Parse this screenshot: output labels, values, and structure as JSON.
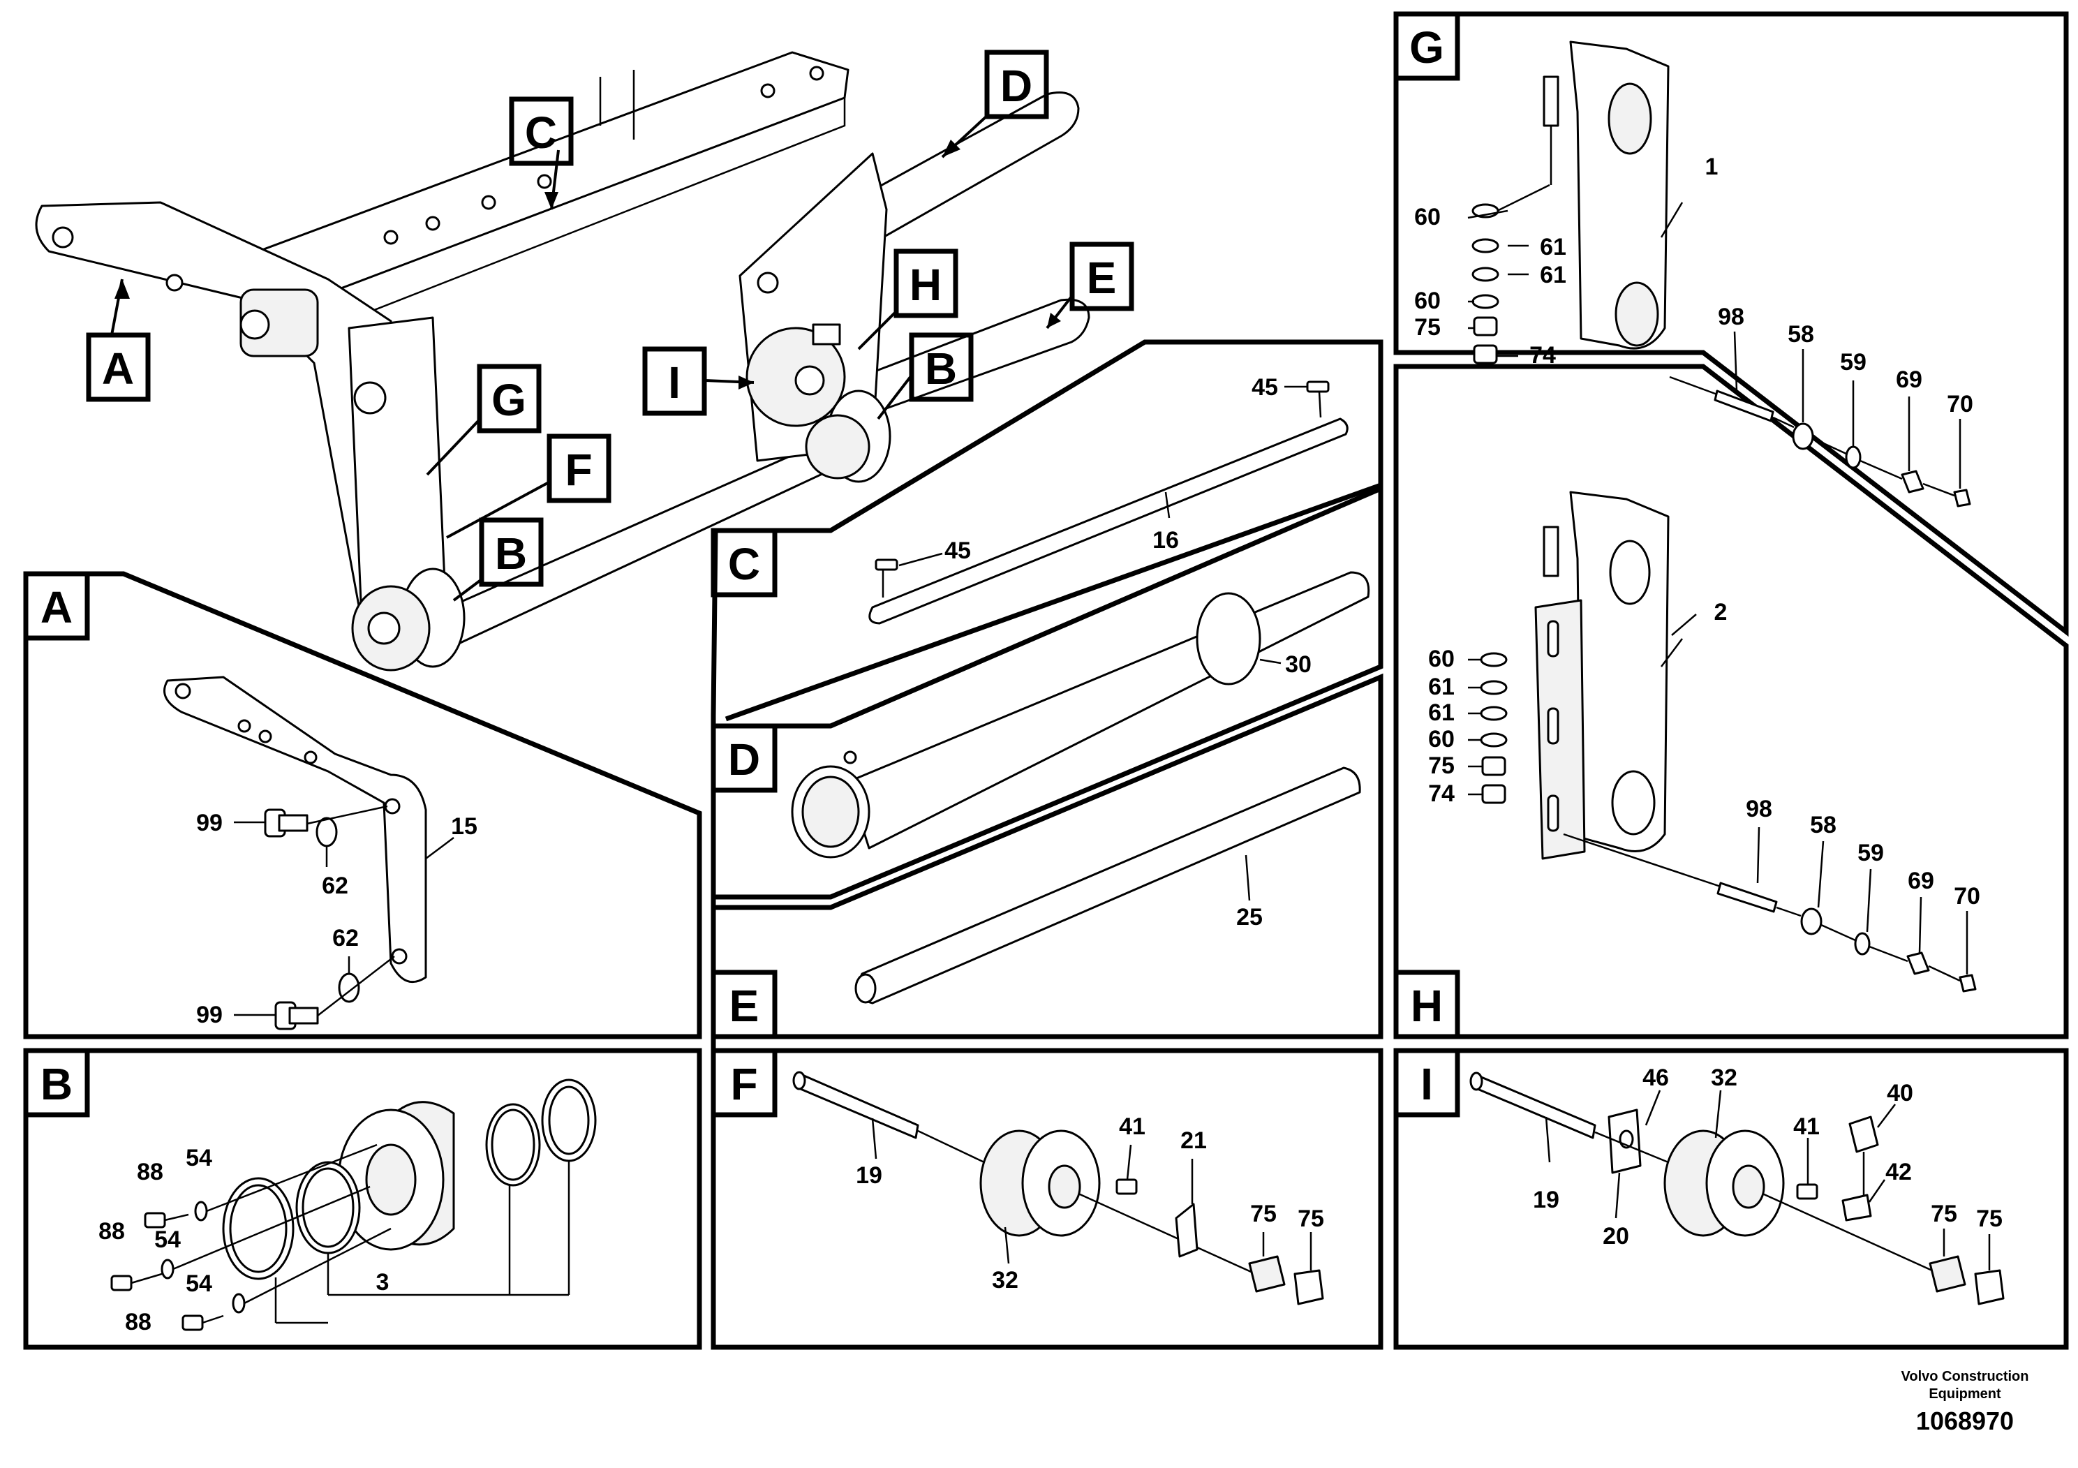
{
  "overview_callouts": [
    "A",
    "B",
    "B",
    "C",
    "D",
    "E",
    "F",
    "G",
    "H",
    "I"
  ],
  "panels": {
    "A": {
      "label": "A",
      "parts": [
        "15",
        "62",
        "62",
        "99",
        "99"
      ]
    },
    "B": {
      "label": "B",
      "parts": [
        "3",
        "54",
        "54",
        "54",
        "88",
        "88",
        "88"
      ]
    },
    "C": {
      "label": "C",
      "parts": [
        "16",
        "45",
        "45"
      ]
    },
    "D": {
      "label": "D",
      "parts": [
        "30"
      ]
    },
    "E": {
      "label": "E",
      "parts": [
        "25"
      ]
    },
    "F": {
      "label": "F",
      "parts": [
        "19",
        "21",
        "32",
        "41",
        "75",
        "75"
      ]
    },
    "G": {
      "label": "G",
      "parts": [
        "1",
        "58",
        "59",
        "60",
        "60",
        "61",
        "61",
        "69",
        "70",
        "74",
        "75",
        "98"
      ]
    },
    "H": {
      "label": "H",
      "parts": [
        "2",
        "58",
        "59",
        "60",
        "60",
        "61",
        "61",
        "69",
        "70",
        "74",
        "75",
        "98"
      ]
    },
    "I": {
      "label": "I",
      "parts": [
        "19",
        "20",
        "32",
        "40",
        "41",
        "42",
        "46",
        "75",
        "75"
      ]
    }
  },
  "footer": {
    "company_line1": "Volvo Construction",
    "company_line2": "Equipment",
    "drawing_number": "1068970"
  }
}
